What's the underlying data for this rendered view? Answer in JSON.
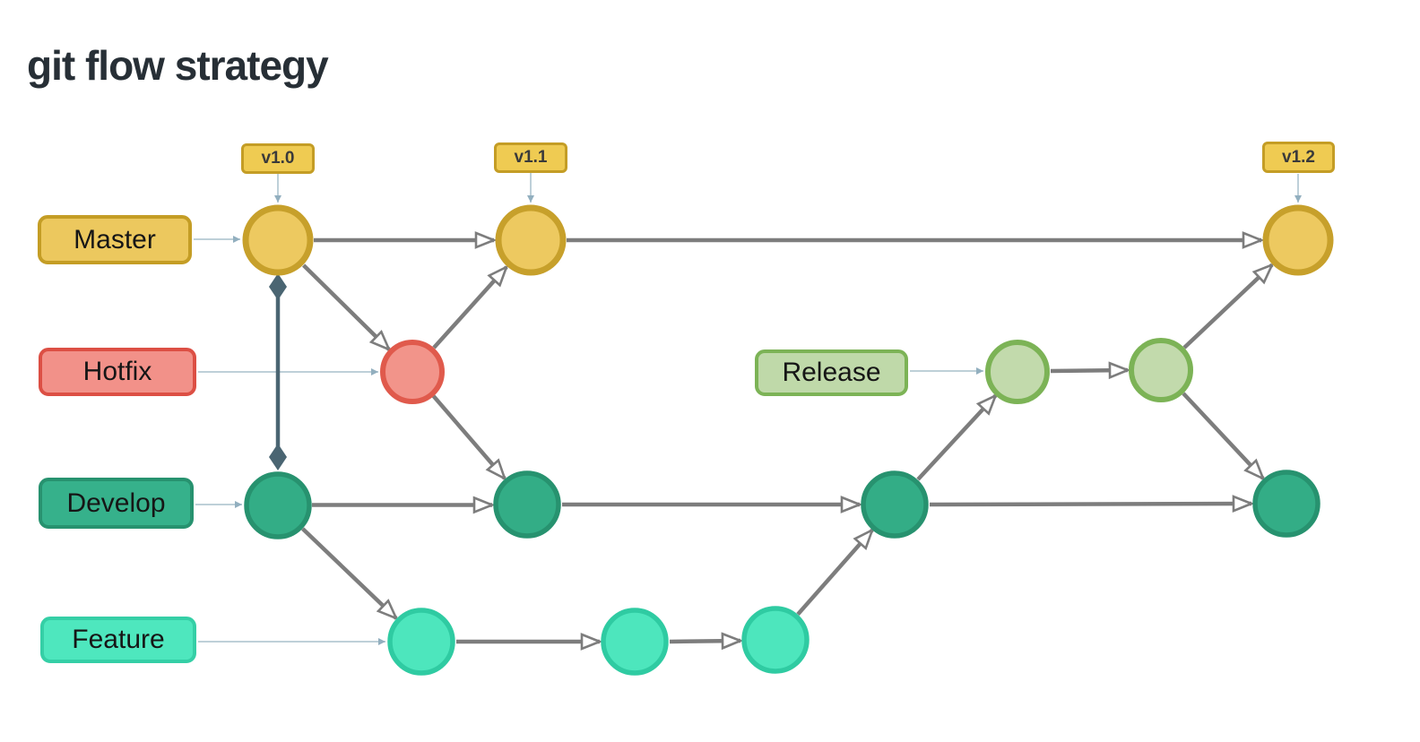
{
  "title": "git flow strategy",
  "diagram": {
    "branches": [
      {
        "id": "master",
        "label": "Master",
        "commits": 3
      },
      {
        "id": "hotfix",
        "label": "Hotfix",
        "commits": 1
      },
      {
        "id": "develop",
        "label": "Develop",
        "commits": 4
      },
      {
        "id": "feature",
        "label": "Feature",
        "commits": 3
      },
      {
        "id": "release",
        "label": "Release",
        "commits": 2
      }
    ],
    "tags": [
      {
        "label": "v1.0",
        "commit": "master-1"
      },
      {
        "label": "v1.1",
        "commit": "master-2"
      },
      {
        "label": "v1.2",
        "commit": "master-3"
      }
    ],
    "edges": [
      {
        "from": "master-1",
        "to": "master-2"
      },
      {
        "from": "master-2",
        "to": "master-3"
      },
      {
        "from": "master-1",
        "to": "hotfix-1"
      },
      {
        "from": "hotfix-1",
        "to": "master-2"
      },
      {
        "from": "hotfix-1",
        "to": "develop-2"
      },
      {
        "from": "develop-1",
        "to": "develop-2"
      },
      {
        "from": "develop-2",
        "to": "develop-3"
      },
      {
        "from": "develop-3",
        "to": "develop-4"
      },
      {
        "from": "develop-1",
        "to": "feature-1"
      },
      {
        "from": "feature-1",
        "to": "feature-2"
      },
      {
        "from": "feature-2",
        "to": "feature-3"
      },
      {
        "from": "feature-3",
        "to": "develop-3"
      },
      {
        "from": "develop-3",
        "to": "release-1"
      },
      {
        "from": "release-1",
        "to": "release-2"
      },
      {
        "from": "release-2",
        "to": "master-3"
      },
      {
        "from": "release-2",
        "to": "develop-4"
      },
      {
        "from": "master-1",
        "to": "develop-1",
        "style": "diamond-link"
      }
    ]
  },
  "colors": {
    "title_text": "#272F36",
    "master_fill": "#EDC960",
    "master_border": "#C7A02B",
    "hotfix_fill": "#F2948A",
    "hotfix_border": "#E05A4C",
    "develop_fill": "#33AD86",
    "develop_border": "#27926F",
    "feature_fill": "#4DE6BD",
    "feature_border": "#2FCBA2",
    "release_fill": "#C2DAAC",
    "release_border": "#7CB356",
    "tag_fill": "#EFCB52",
    "tag_border": "#C49D25",
    "edge": "#7D7D7D",
    "thin_edge": "#A9C0CC",
    "branch_link": "#4A6572",
    "background": "#FFFFFF"
  }
}
